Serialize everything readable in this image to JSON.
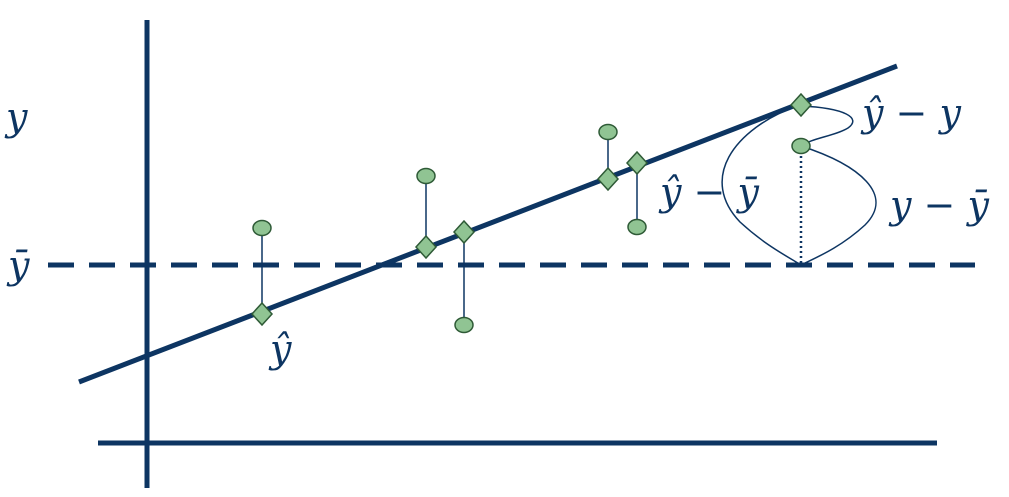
{
  "labels": {
    "y": "y",
    "y_bar": "ȳ",
    "y_hat": "ŷ",
    "y_hat_minus_y": "ŷ − y",
    "y_hat_minus_y_bar": "ŷ − ȳ",
    "y_minus_y_bar": "y − ȳ"
  },
  "colors": {
    "line": "#0d3562",
    "marker_fill": "#90c493",
    "marker_stroke": "#2e5a36"
  }
}
